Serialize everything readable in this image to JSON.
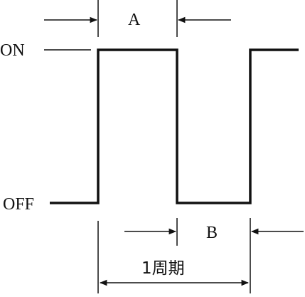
{
  "diagram": {
    "label_on": "ON",
    "label_off": "OFF",
    "label_a": "A",
    "label_b": "B",
    "label_period": "1周期"
  },
  "colors": {
    "stroke": "#111111",
    "background": "#ffffff"
  }
}
